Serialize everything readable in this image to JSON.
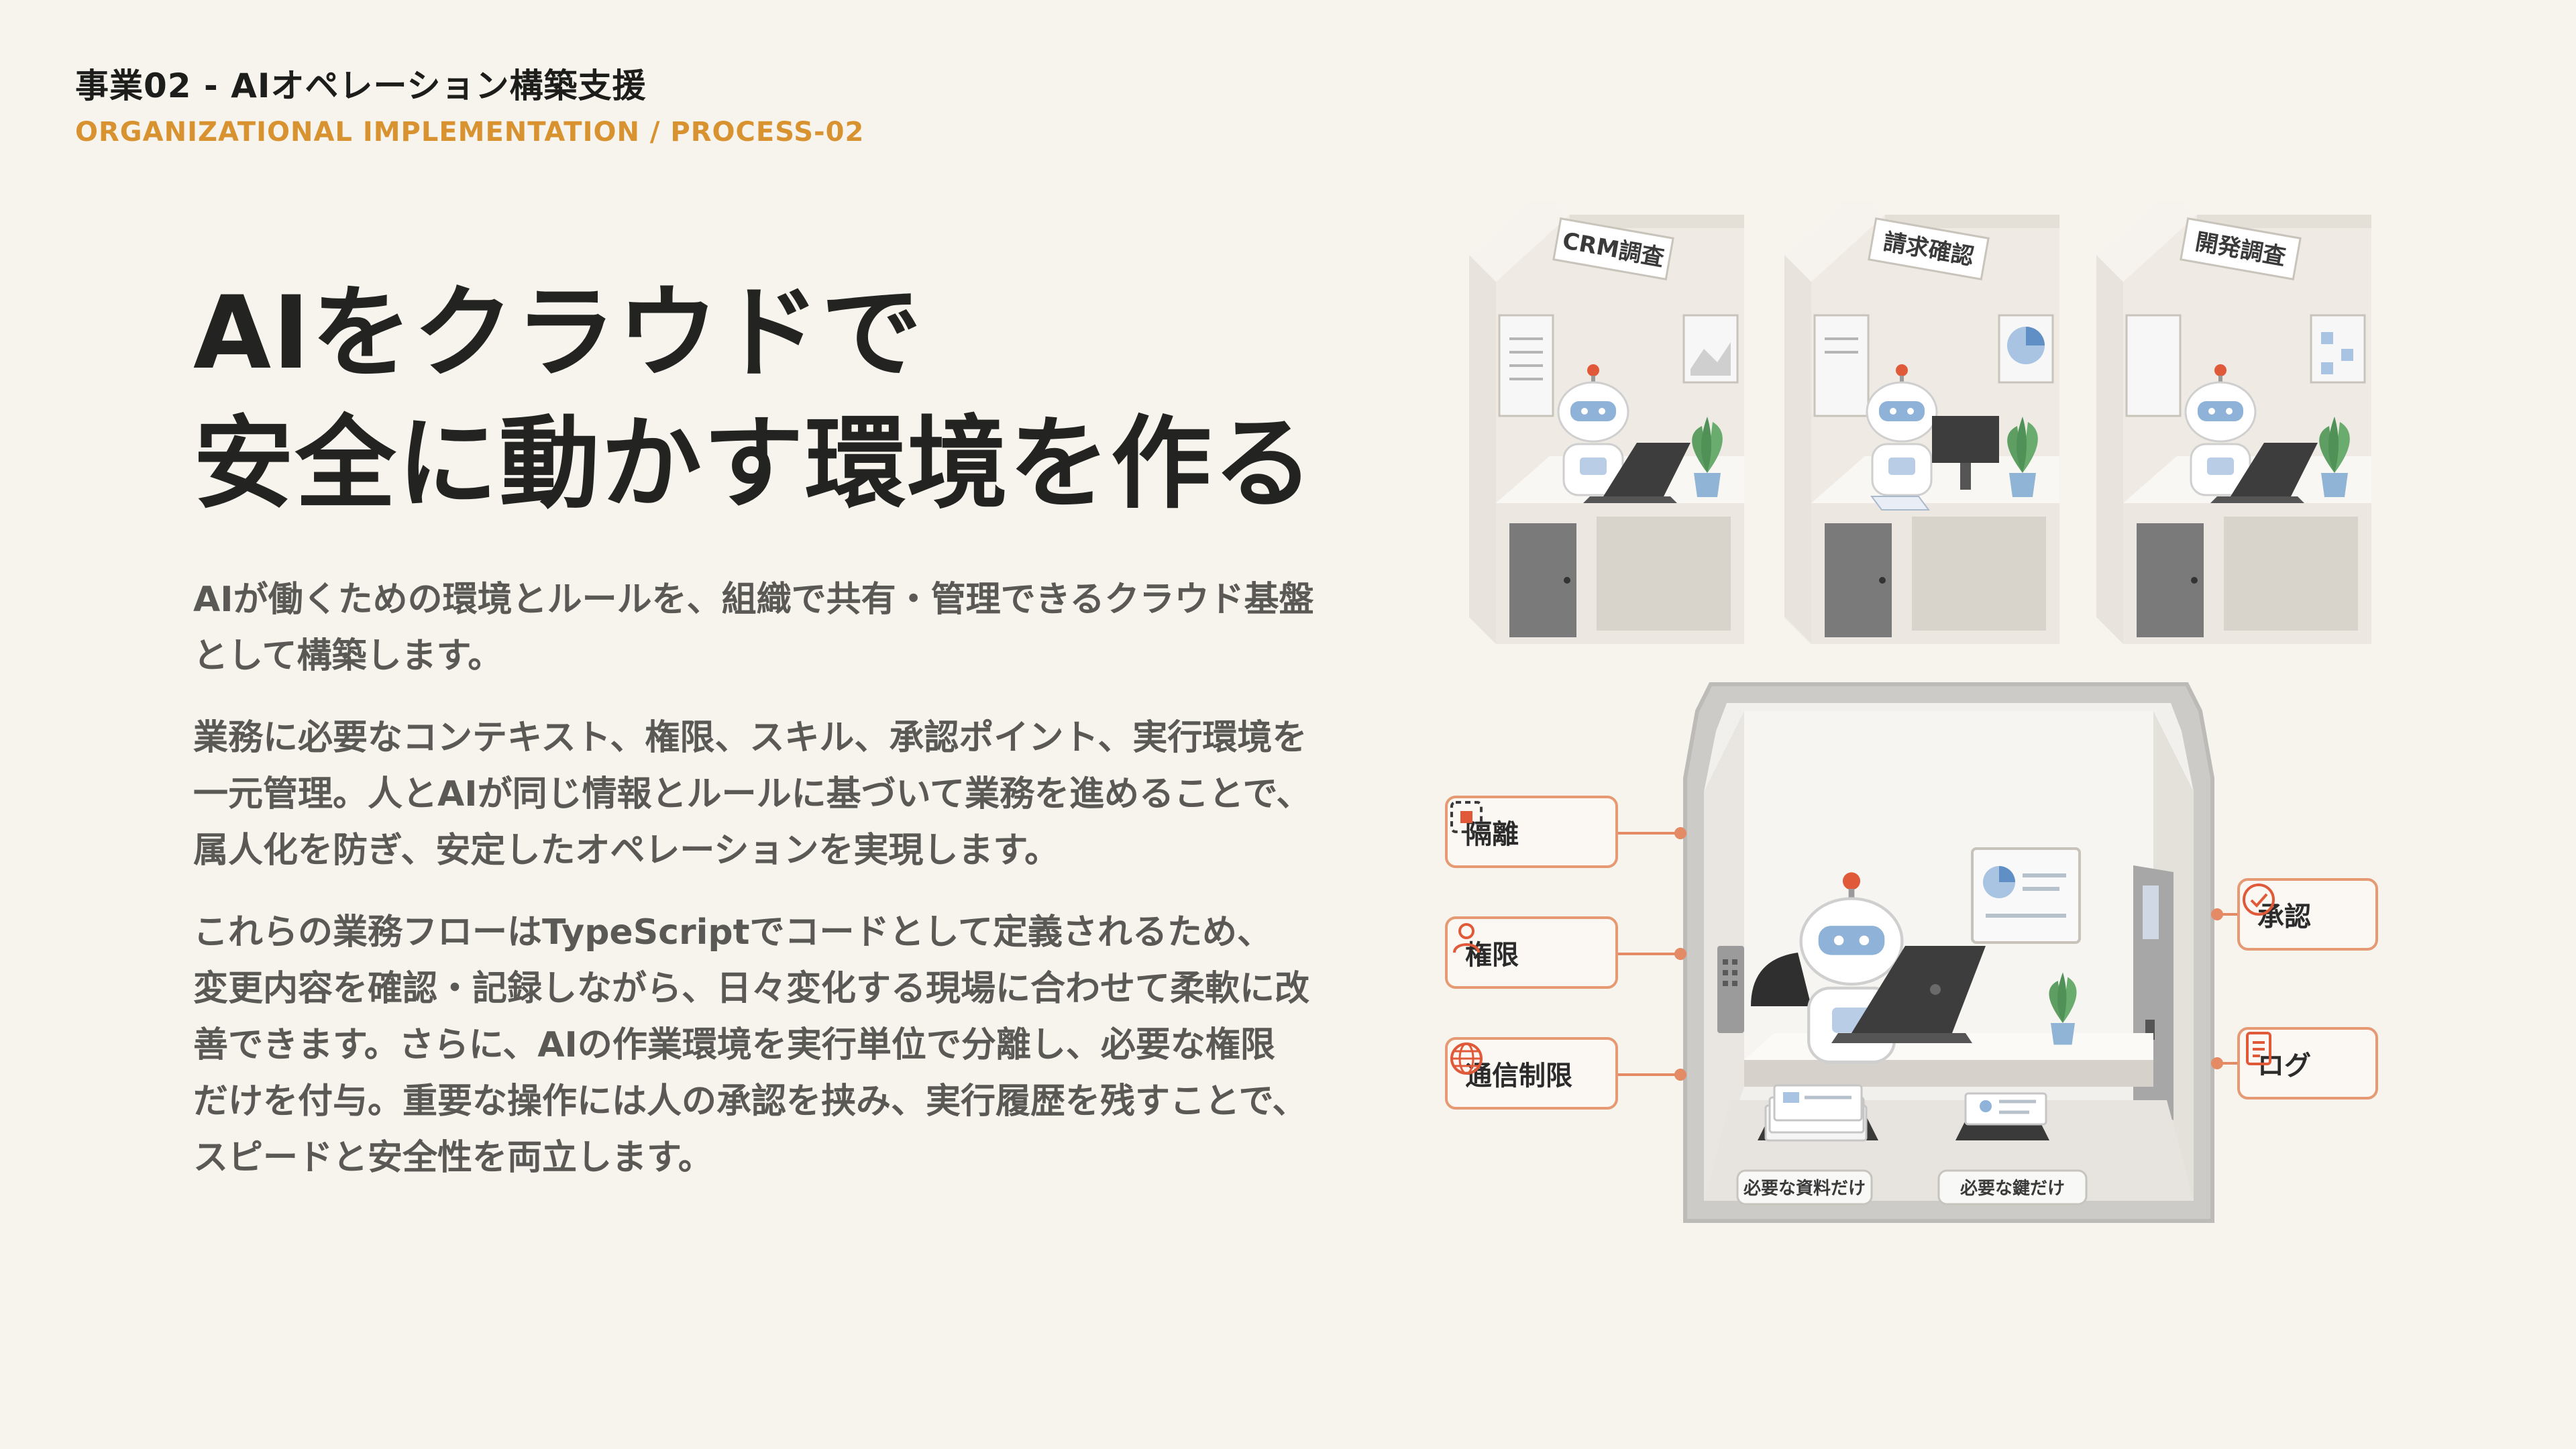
{
  "header": {
    "title": "事業02 - AIオペレーション構築支援",
    "subtitle": "ORGANIZATIONAL IMPLEMENTATION / PROCESS-02"
  },
  "headline": {
    "line1": "AIをクラウドで",
    "line2": "安全に動かす環境を作る"
  },
  "body": {
    "p1": [
      "AIが働くための環境とルールを、組織で共有・管理できるクラウド基盤",
      "として構築します。"
    ],
    "p2": [
      "業務に必要なコンテキスト、権限、スキル、承認ポイント、実行環境を",
      "一元管理。人とAIが同じ情報とルールに基づいて業務を進めることで、",
      "属人化を防ぎ、安定したオペレーションを実現します。"
    ],
    "p3": [
      "これらの業務フローはTypeScriptでコードとして定義されるため、",
      "変更内容を確認・記録しながら、日々変化する現場に合わせて柔軟に改",
      "善できます。さらに、AIの作業環境を実行単位で分離し、必要な権限",
      "だけを付与。重要な操作には人の承認を挟み、実行履歴を残すことで、",
      "スピードと安全性を両立します。"
    ]
  },
  "illustration": {
    "booths": [
      "CRM調査",
      "請求確認",
      "開発調査"
    ],
    "left_labels": [
      {
        "icon": "isolation-icon",
        "text": "隔離"
      },
      {
        "icon": "person-icon",
        "text": "権限"
      },
      {
        "icon": "globe-icon",
        "text": "通信制限"
      }
    ],
    "right_labels": [
      {
        "icon": "check-circle-icon",
        "text": "承認"
      },
      {
        "icon": "document-icon",
        "text": "ログ"
      }
    ],
    "desk_tags": [
      "必要な資料だけ",
      "必要な鍵だけ"
    ]
  },
  "colors": {
    "background": "#f7f4ee",
    "accent_orange": "#d8922f",
    "label_border": "#e69a73",
    "heading": "#232321",
    "body_text": "#5b5955"
  }
}
